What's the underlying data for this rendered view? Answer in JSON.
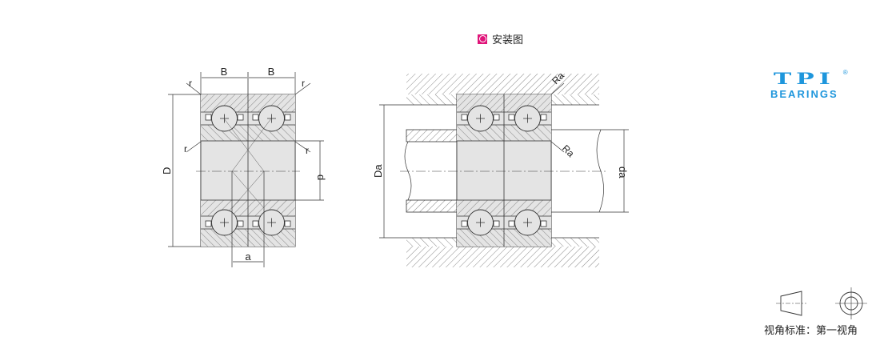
{
  "header": {
    "title": "安装图",
    "title_marker_color": "#e0157a"
  },
  "logo": {
    "brand": "TPI",
    "sub": "BEARINGS",
    "registered": "®",
    "color": "#1e96dc"
  },
  "bearing_drawing": {
    "labels": {
      "B_left": "B",
      "B_right": "B",
      "r_top_left": "r",
      "r_top_right": "r",
      "r_mid_left": "r",
      "r_mid_right": "r",
      "D": "D",
      "d": "d",
      "a": "a"
    }
  },
  "mounting_drawing": {
    "labels": {
      "Da": "Da",
      "da": "da",
      "Ra_top": "Ra",
      "Ra_mid": "Ra"
    }
  },
  "projection": {
    "label": "视角标准：第一视角"
  }
}
